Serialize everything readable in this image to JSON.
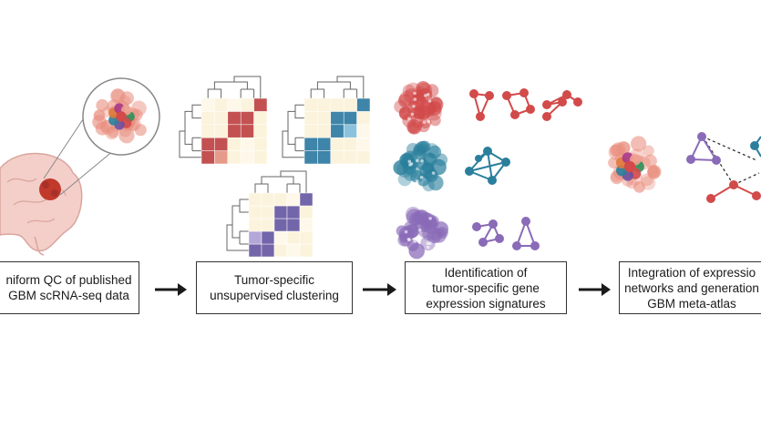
{
  "workflow": {
    "steps": [
      {
        "lines": [
          "niform QC of published",
          "GBM scRNA-seq data"
        ]
      },
      {
        "lines": [
          "Tumor-specific",
          "unsupervised clustering"
        ]
      },
      {
        "lines": [
          "Identification of",
          "tumor-specific gene",
          "expression signatures"
        ]
      },
      {
        "lines": [
          "Integration of expressio",
          "networks and generation",
          "GBM meta-atlas"
        ]
      }
    ]
  },
  "colors": {
    "red_cluster": "#d24a4a",
    "blue_cluster": "#2a7f9c",
    "purple_cluster": "#8a6bb8",
    "heatmap_red": "#b83232",
    "heatmap_blue": "#1d6f9a",
    "heatmap_purple": "#5a4a9a",
    "brain": "#f2c9c3",
    "tumor": "#c0392b",
    "arrow": "#1a1a1a"
  },
  "icons": [
    "brain-icon",
    "tumor-magnifier-icon",
    "heatmap-icon",
    "cell-cluster-icon",
    "gene-network-icon",
    "meta-atlas-icon"
  ]
}
